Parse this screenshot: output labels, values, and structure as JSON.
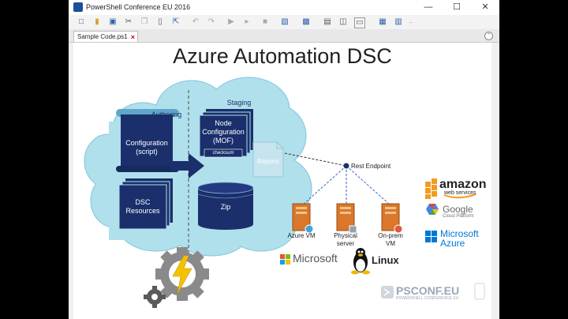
{
  "window": {
    "title": "PowerShell Conference EU 2016"
  },
  "tabs": [
    {
      "label": "Sample Code.ps1"
    }
  ],
  "slide": {
    "title": "Azure Automation DSC",
    "authoring_label": "Authoring",
    "staging_label": "Staging",
    "configuration_label": "Configuration (script)",
    "dsc_resources_label": "DSC Resources",
    "node_config_label": "Node Configuration (MOF)",
    "checksum_label": "checksum",
    "zip_label": "Zip",
    "reports_label": "Reports",
    "rest_endpoint_label": "Rest Endpoint",
    "servers": [
      {
        "label": "Azure VM"
      },
      {
        "label": "Physical server"
      },
      {
        "label": "On-prem VM"
      }
    ],
    "windows_logo_text": "Microsoft",
    "linux_logo_text": "Linux",
    "cloud_logos": [
      "amazon",
      "web services",
      "Google",
      "Cloud Platform",
      "Microsoft",
      "Azure"
    ],
    "watermark": "PSCONF.EU",
    "watermark_sub": "POWERSHELL CONFERENCE EU"
  }
}
